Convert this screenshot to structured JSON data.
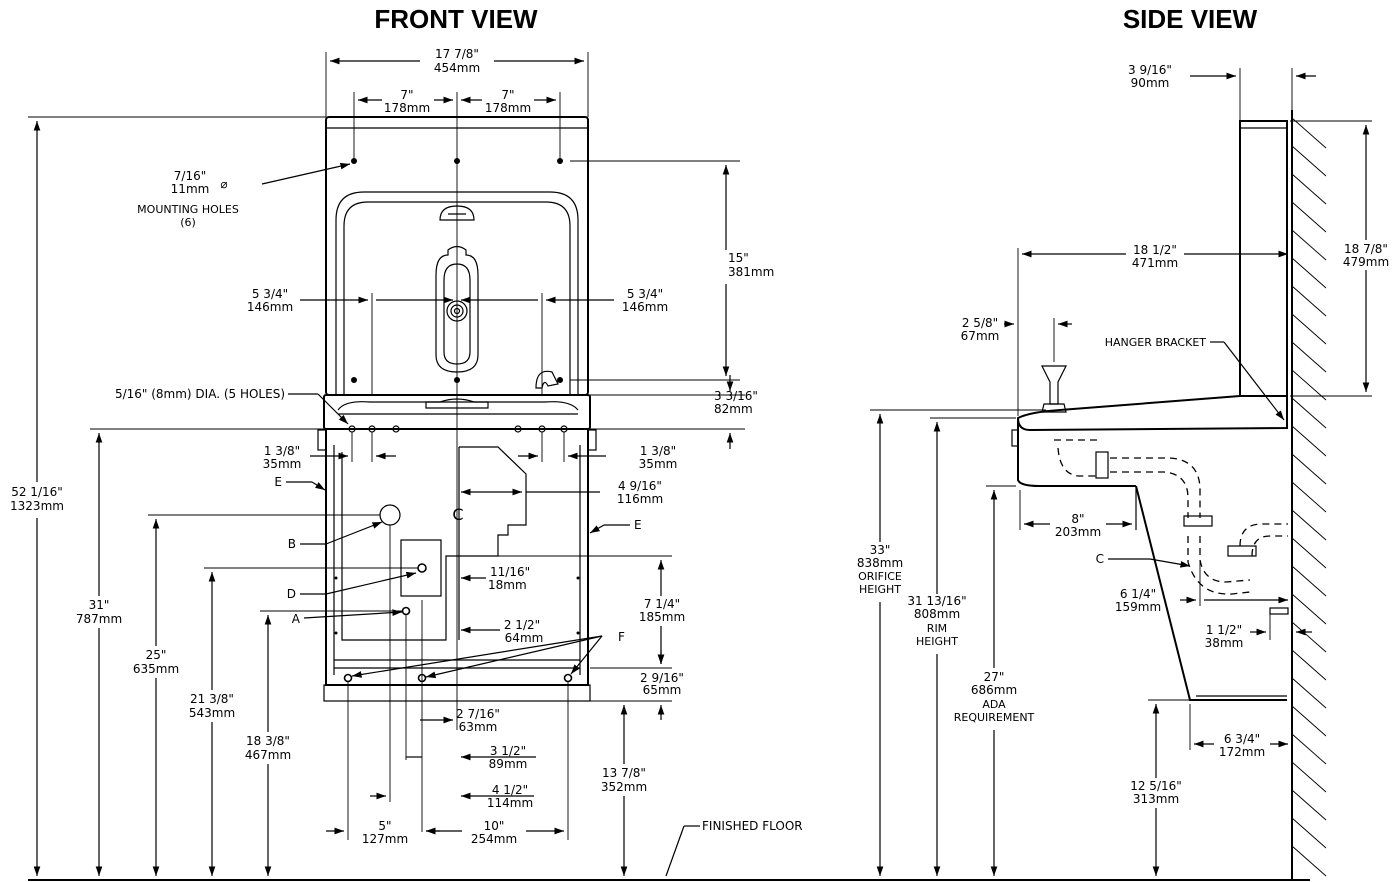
{
  "views": {
    "front_title": "FRONT VIEW",
    "side_title": "SIDE VIEW"
  },
  "front": {
    "overall_width": [
      "17 7/8\"",
      "454mm"
    ],
    "left_half": [
      "7\"",
      "178mm"
    ],
    "right_half": [
      "7\"",
      "178mm"
    ],
    "mounting_holes": [
      "7/16\"",
      "11mm",
      "⌀",
      "MOUNTING HOLES",
      "(6)"
    ],
    "upper_left": [
      "5 3/4\"",
      "146mm"
    ],
    "upper_right": [
      "5 3/4\"",
      "146mm"
    ],
    "upper_height": [
      "15\"",
      "381mm"
    ],
    "holes_dia": "5/16\" (8mm) DIA. (5 HOLES)",
    "deck": [
      "3 3/16\"",
      "82mm"
    ],
    "left_offset": [
      "1 3/8\"",
      "35mm"
    ],
    "right_offset": [
      "1 3/8\"",
      "35mm"
    ],
    "total_height": [
      "52 1/16\"",
      "1323mm"
    ],
    "height_31": [
      "31\"",
      "787mm"
    ],
    "height_25": [
      "25\"",
      "635mm"
    ],
    "height_21": [
      "21 3/8\"",
      "543mm"
    ],
    "height_18": [
      "18 3/8\"",
      "467mm"
    ],
    "center_to_c": [
      "4 9/16\"",
      "116mm"
    ],
    "d_11_16": [
      "11/16\"",
      "18mm"
    ],
    "d_7_1_4": [
      "7 1/4\"",
      "185mm"
    ],
    "d_2_1_2": [
      "2 1/2\"",
      "64mm"
    ],
    "d_2_9_16": [
      "2 9/16\"",
      "65mm"
    ],
    "d_2_7_16": [
      "2 7/16\"",
      "63mm"
    ],
    "d_3_1_2": [
      "3 1/2\"",
      "89mm"
    ],
    "d_4_1_2": [
      "4 1/2\"",
      "114mm"
    ],
    "d_13_7_8": [
      "13 7/8\"",
      "352mm"
    ],
    "d_5": [
      "5\"",
      "127mm"
    ],
    "d_10": [
      "10\"",
      "254mm"
    ],
    "letters": {
      "a": "A",
      "b": "B",
      "c": "C",
      "d": "D",
      "e": "E",
      "f": "F"
    },
    "floor": "FINISHED FLOOR"
  },
  "side": {
    "top_depth": [
      "3 9/16\"",
      "90mm"
    ],
    "depth": [
      "18 1/2\"",
      "471mm"
    ],
    "height": [
      "18 7/8\"",
      "479mm"
    ],
    "bubbler": [
      "2 5/8\"",
      "67mm"
    ],
    "hanger": "HANGER BRACKET",
    "orifice": [
      "33\"",
      "838mm",
      "ORIFICE",
      "HEIGHT"
    ],
    "rim": [
      "31 13/16\"",
      "808mm",
      "RIM",
      "HEIGHT"
    ],
    "ada": [
      "27\"",
      "686mm",
      "ADA",
      "REQUIREMENT"
    ],
    "d_8": [
      "8\"",
      "203mm"
    ],
    "c_label": "C",
    "d_6_1_4": [
      "6 1/4\"",
      "159mm"
    ],
    "d_1_1_2": [
      "1 1/2\"",
      "38mm"
    ],
    "d_6_3_4": [
      "6 3/4\"",
      "172mm"
    ],
    "d_12": [
      "12 5/16\"",
      "313mm"
    ]
  }
}
